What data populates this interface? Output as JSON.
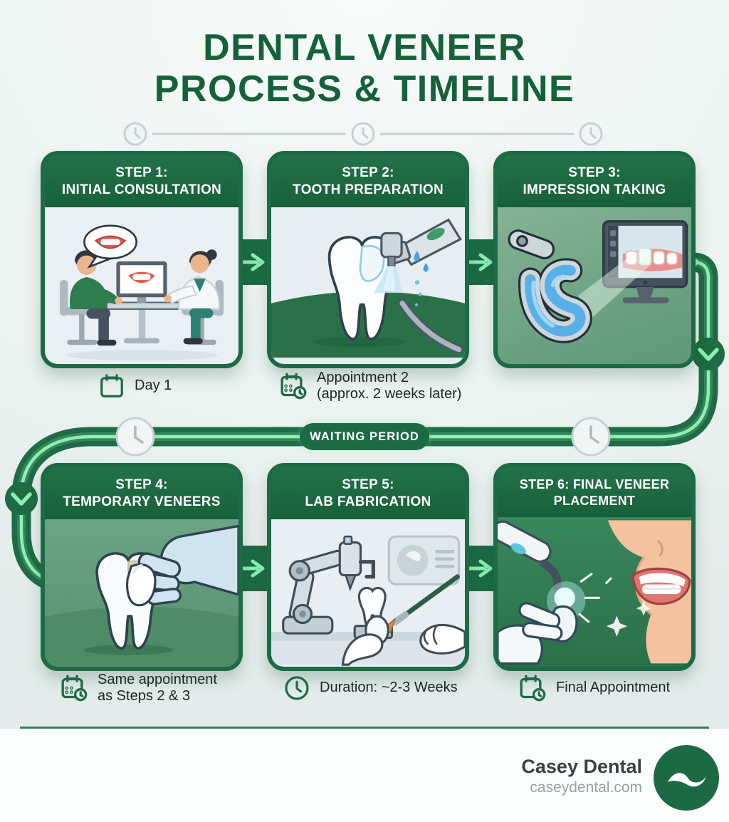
{
  "title": {
    "line1": "DENTAL VENEER",
    "line2": "PROCESS & TIMELINE"
  },
  "waiting_band": {
    "label": "WAITING PERIOD"
  },
  "steps": [
    {
      "header1": "STEP 1:",
      "header2": "INITIAL CONSULTATION",
      "caption1": "Day 1",
      "caption2": "",
      "caption_icon": "calendar-icon",
      "illustration": "consultation-scene"
    },
    {
      "header1": "STEP 2:",
      "header2": "TOOTH PREPARATION",
      "caption1": "Appointment 2",
      "caption2": "(approx. 2 weeks later)",
      "caption_icon": "calendar-clock-icon",
      "illustration": "tooth-drill-scene"
    },
    {
      "header1": "STEP 3:",
      "header2": "IMPRESSION TAKING",
      "caption1": "",
      "caption2": "",
      "caption_icon": "",
      "illustration": "impression-tray-scene"
    },
    {
      "header1": "STEP 4:",
      "header2": "TEMPORARY VENEERS",
      "caption1": "Same appointment",
      "caption2": "as Steps 2 & 3",
      "caption_icon": "calendar-clock-icon",
      "illustration": "temporary-veneer-scene"
    },
    {
      "header1": "STEP 5:",
      "header2": "LAB FABRICATION",
      "caption1": "Duration: ~2-3 Weeks",
      "caption2": "",
      "caption_icon": "clock-icon",
      "illustration": "lab-fabrication-scene"
    },
    {
      "header1": "STEP 6: FINAL VENEER",
      "header2": "PLACEMENT",
      "caption1": "Final Appointment",
      "caption2": "",
      "caption_icon": "calendar-clock-icon",
      "illustration": "final-placement-scene"
    }
  ],
  "footer": {
    "brand": "Casey Dental",
    "website": "caseydental.com"
  },
  "colors": {
    "dark_green": "#1d6b45",
    "title_green": "#156239",
    "accent_green": "#8df0b2",
    "background": "#edf4f1",
    "caption_text": "#1b2620",
    "timeline_gray": "#c6d0d6",
    "footer_brand": "#3b4045",
    "footer_site": "#98a0a6"
  }
}
